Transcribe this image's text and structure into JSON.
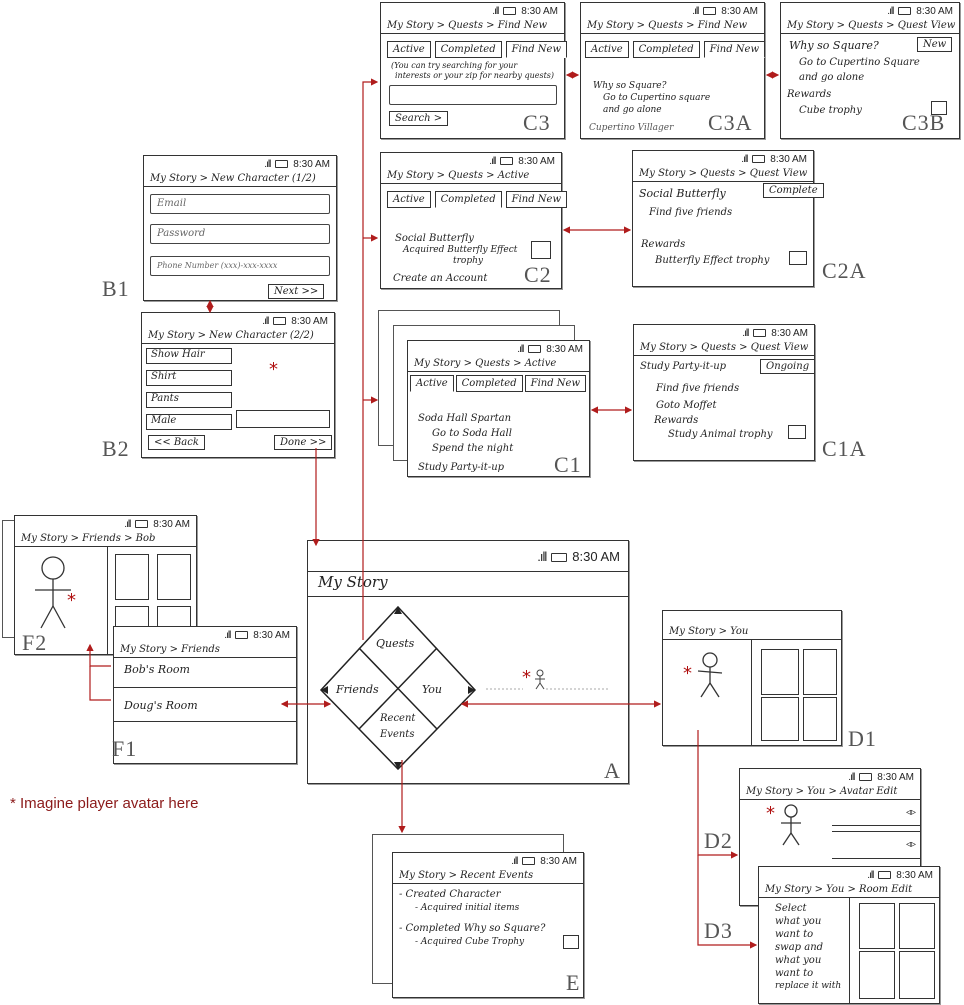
{
  "status": {
    "time": "8:30 AM"
  },
  "screens": {
    "A": {
      "title": "My Story",
      "menu": {
        "quests": "Quests",
        "friends": "Friends",
        "you": "You",
        "recent1": "Recent",
        "recent2": "Events"
      }
    },
    "B1": {
      "crumb": "My Story > New Character (1/2)",
      "email": "Email",
      "password": "Password",
      "phone": "Phone Number (xxx)-xxx-xxxx",
      "next": "Next >>"
    },
    "B2": {
      "crumb": "My Story > New Character (2/2)",
      "rows": [
        "Show Hair",
        "Shirt",
        "Pants",
        "Male"
      ],
      "back": "<< Back",
      "done": "Done >>"
    },
    "C1": {
      "crumb": "My Story > Quests > Active",
      "tabs": [
        "Active",
        "Completed",
        "Find New"
      ],
      "quest": "Soda Hall Spartan",
      "items": [
        "Go to Soda Hall",
        "Spend the night"
      ],
      "quest2": "Study Party-it-up"
    },
    "C1A": {
      "crumb": "My Story > Quests > Quest View",
      "quest": "Study Party-it-up",
      "status": "Ongoing",
      "items": [
        "Find five friends",
        "Goto Moffet"
      ],
      "rewards": "Rewards",
      "reward": "Study Animal trophy"
    },
    "C2": {
      "crumb": "My Story > Quests > Active",
      "tabs": [
        "Active",
        "Completed",
        "Find New"
      ],
      "quest": "Social Butterfly",
      "detail1": "Acquired Butterfly Effect",
      "detail2": "trophy",
      "quest2": "Create an Account"
    },
    "C2A": {
      "crumb": "My Story > Quests > Quest View",
      "quest": "Social Butterfly",
      "status": "Complete",
      "item": "Find five friends",
      "rewards": "Rewards",
      "reward": "Butterfly Effect trophy"
    },
    "C3": {
      "crumb": "My Story > Quests > Find New",
      "tabs": [
        "Active",
        "Completed",
        "Find New"
      ],
      "hint1": "(You can try searching for your",
      "hint2": "interests or your zip for nearby quests)",
      "search": "Search >"
    },
    "C3A": {
      "crumb": "My Story > Quests > Find New",
      "tabs": [
        "Active",
        "Completed",
        "Find New"
      ],
      "quest": "Why so Square?",
      "items": [
        "Go to Cupertino square",
        "and go alone"
      ],
      "foot": "Cupertino Villager"
    },
    "C3B": {
      "crumb": "My Story > Quests > Quest View",
      "quest": "Why so Square?",
      "status": "New",
      "items": [
        "Go to Cupertino Square",
        "and go alone"
      ],
      "rewards": "Rewards",
      "reward": "Cube trophy"
    },
    "D1": {
      "crumb": "My Story > You"
    },
    "D2": {
      "crumb": "My Story > You > Avatar Edit"
    },
    "D3": {
      "crumb": "My Story > You > Room Edit",
      "text": [
        "Select",
        "what you",
        "want to",
        "swap and",
        "what you",
        "want to",
        "replace it with"
      ]
    },
    "E": {
      "crumb": "My Story > Recent Events",
      "items": [
        "- Created Character",
        "- Acquired initial items",
        "- Completed Why so Square?",
        "- Acquired Cube Trophy"
      ]
    },
    "F1": {
      "crumb": "My Story > Friends",
      "rooms": [
        "Bob's Room",
        "Doug's Room"
      ]
    },
    "F2": {
      "crumb": "My Story > Friends > Bob"
    }
  },
  "labels": {
    "A": "A",
    "B1": "B1",
    "B2": "B2",
    "C1": "C1",
    "C1A": "C1A",
    "C2": "C2",
    "C2A": "C2A",
    "C3": "C3",
    "C3A": "C3A",
    "C3B": "C3B",
    "D1": "D1",
    "D2": "D2",
    "D3": "D3",
    "E": "E",
    "F1": "F1",
    "F2": "F2"
  },
  "note": "* Imagine player avatar here",
  "avatar_marker": "*",
  "colors": {
    "arrow": "#b01c1c",
    "note": "#8b1a1a"
  }
}
